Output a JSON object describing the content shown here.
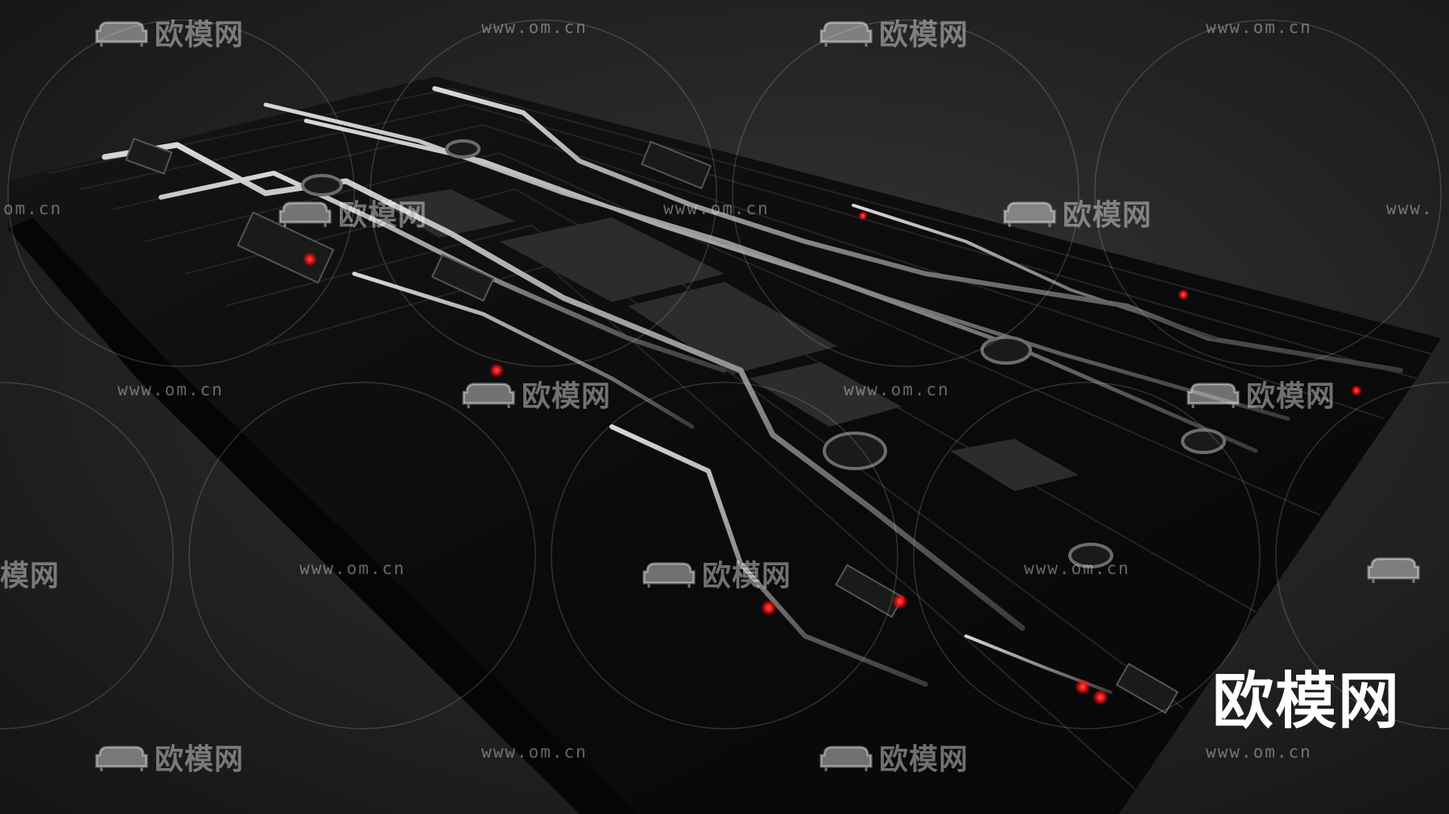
{
  "watermark": {
    "logo_text": "欧模网",
    "url_text": "www.om.cn",
    "url_partial_left": "om.cn",
    "url_partial_right": "www.",
    "logo_partial_left": "模网"
  },
  "brand": {
    "text": "欧模网"
  },
  "icons": {
    "watermark_logo": "sofa-icon"
  },
  "colors": {
    "background": "#1f1f1f",
    "panel": "#0c0c0c",
    "pipe": "#9a9a9a",
    "indicator_light": "#ff2020"
  }
}
